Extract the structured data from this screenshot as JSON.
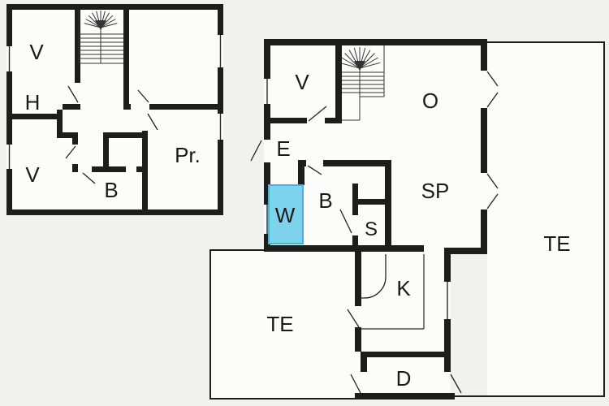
{
  "drawing": {
    "type": "floor-plan",
    "colors": {
      "background": "#f1f1ee",
      "room_fill": "#fcfcfa",
      "wall": "#1d1d1b",
      "thin_line": "#2a2a2a",
      "highlight_fill": "#7dd2ec",
      "highlight_border": "#4ab2d6",
      "label": "#1a1a1a"
    },
    "plans": {
      "upper": {
        "name": "upper-floor-plan",
        "rooms": [
          {
            "id": "v-top-left",
            "label": "V"
          },
          {
            "id": "hall",
            "label": "H"
          },
          {
            "id": "v-bottom-left",
            "label": "V"
          },
          {
            "id": "bath",
            "label": "B"
          },
          {
            "id": "pr",
            "label": "Pr."
          }
        ]
      },
      "ground": {
        "name": "ground-floor-plan",
        "rooms": [
          {
            "id": "v-room",
            "label": "V"
          },
          {
            "id": "entry",
            "label": "E"
          },
          {
            "id": "o-room",
            "label": "O"
          },
          {
            "id": "sp-room",
            "label": "SP"
          },
          {
            "id": "w-room",
            "label": "W"
          },
          {
            "id": "b-room",
            "label": "B"
          },
          {
            "id": "s-room",
            "label": "S"
          },
          {
            "id": "kitchen",
            "label": "K"
          },
          {
            "id": "terrace-left",
            "label": "TE"
          },
          {
            "id": "d-room",
            "label": "D"
          },
          {
            "id": "terrace-right",
            "label": "TE"
          }
        ]
      }
    }
  }
}
